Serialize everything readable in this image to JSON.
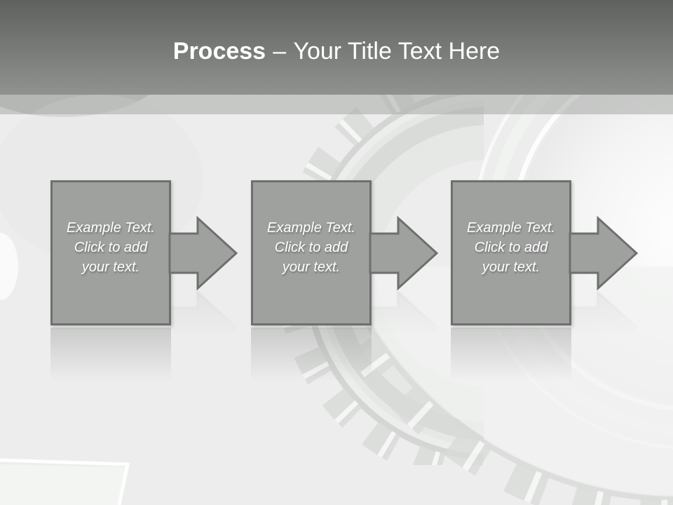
{
  "slide_title": {
    "bold": "Process",
    "separator": "–",
    "rest": "Your Title Text Here"
  },
  "steps": [
    {
      "lines": [
        "Example Text.",
        "Click to add",
        "your text."
      ]
    },
    {
      "lines": [
        "Example Text.",
        "Click to add",
        "your text."
      ]
    },
    {
      "lines": [
        "Example Text.",
        "Click to add",
        "your text."
      ]
    }
  ],
  "icons": {
    "connector": "right-arrow",
    "background": "gears-photo"
  },
  "colors": {
    "header_top": "#5f615f",
    "header_bottom": "#909290",
    "accent_band": "rgba(168,170,168,0.55)",
    "background": "#ecedec",
    "shape_fill": "#9fa19f",
    "shape_border": "#6e706e",
    "title_text": "#ffffff",
    "step_text": "#ffffff"
  }
}
